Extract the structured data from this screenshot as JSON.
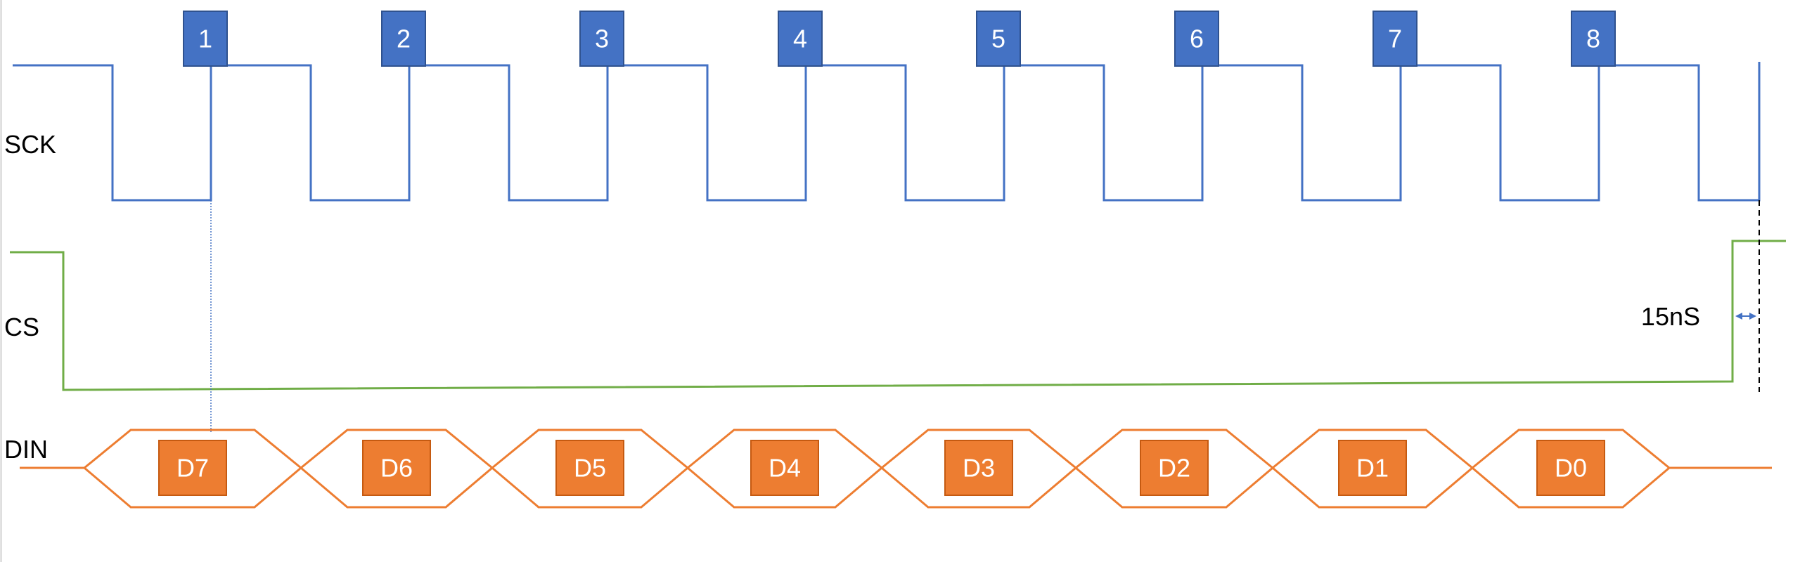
{
  "colors": {
    "sck": "#4472C4",
    "sck_box": "#4472C4",
    "sck_box_border": "#2F528F",
    "cs": "#70AD47",
    "din": "#ED7D31",
    "din_box": "#ED7D31",
    "din_box_border": "#C55A11",
    "text": "#000000",
    "box_text": "#FFFFFF"
  },
  "signals": {
    "sck": "SCK",
    "cs": "CS",
    "din": "DIN"
  },
  "clock_pulses": [
    "1",
    "2",
    "3",
    "4",
    "5",
    "6",
    "7",
    "8"
  ],
  "data_bits": [
    "D7",
    "D6",
    "D5",
    "D4",
    "D3",
    "D2",
    "D1",
    "D0"
  ],
  "timing_note": "15nS"
}
